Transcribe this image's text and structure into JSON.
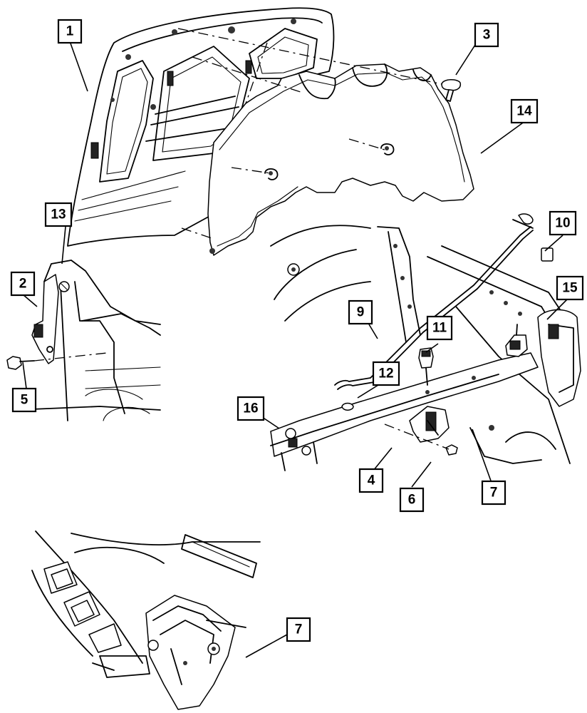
{
  "callouts": [
    {
      "id": "c1",
      "label": "1"
    },
    {
      "id": "c2",
      "label": "2"
    },
    {
      "id": "c3",
      "label": "3"
    },
    {
      "id": "c4",
      "label": "4"
    },
    {
      "id": "c5",
      "label": "5"
    },
    {
      "id": "c6",
      "label": "6"
    },
    {
      "id": "c7a",
      "label": "7"
    },
    {
      "id": "c7b",
      "label": "7"
    },
    {
      "id": "c9",
      "label": "9"
    },
    {
      "id": "c10",
      "label": "10"
    },
    {
      "id": "c11",
      "label": "11"
    },
    {
      "id": "c12",
      "label": "12"
    },
    {
      "id": "c13",
      "label": "13"
    },
    {
      "id": "c14",
      "label": "14"
    },
    {
      "id": "c15",
      "label": "15"
    },
    {
      "id": "c16",
      "label": "16"
    }
  ]
}
